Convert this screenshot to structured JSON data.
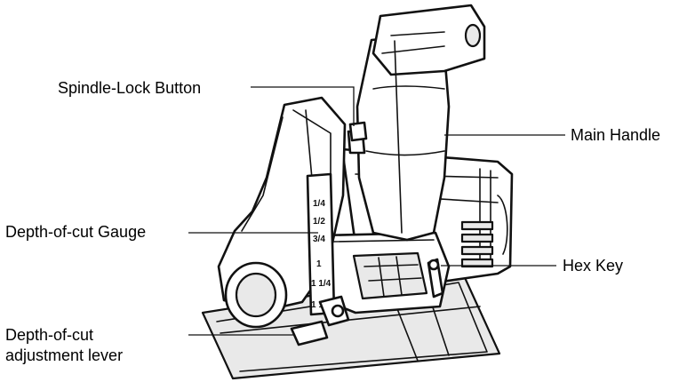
{
  "labels": {
    "spindle_lock": "Spindle-Lock Button",
    "main_handle": "Main Handle",
    "depth_gauge": "Depth-of-cut Gauge",
    "hex_key": "Hex Key",
    "adjust_lever_line1": "Depth-of-cut",
    "adjust_lever_line2": "adjustment lever"
  },
  "gauge_marks": [
    "1/4",
    "1/2",
    "3/4",
    "1",
    "1 1/4",
    "1 1/2"
  ]
}
